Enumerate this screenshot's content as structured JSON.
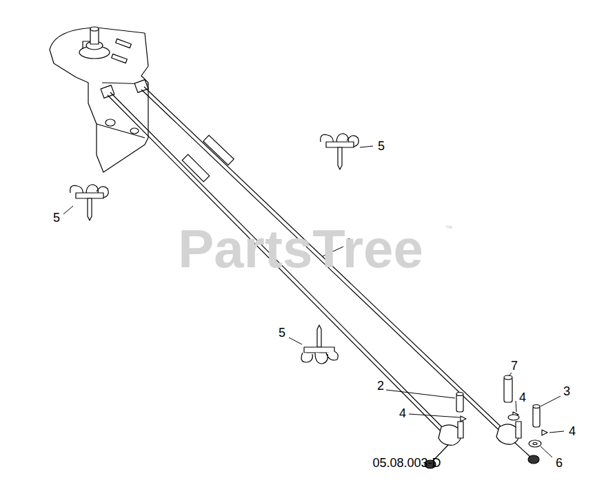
{
  "diagram": {
    "labels": [
      "5",
      "5",
      "™",
      "1",
      "PartsTree",
      "5",
      "7",
      "2",
      "3",
      "4",
      "4",
      "4",
      "05.08.003-D",
      "6"
    ]
  }
}
